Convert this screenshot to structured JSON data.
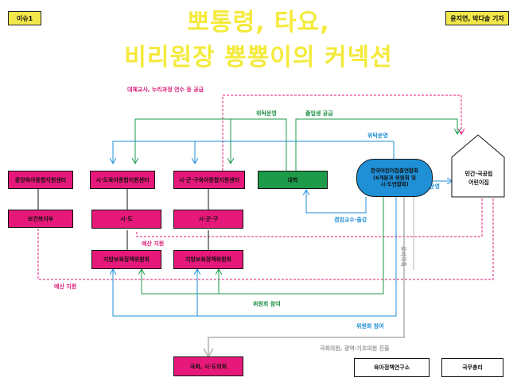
{
  "header": {
    "issue_tag": "이슈1",
    "byline": "윤지연, 박다솔 기자",
    "title_line1": "뽀통령, 타요,",
    "title_line2": "비리원장 뿅뿅이의 커넥션"
  },
  "nodes": {
    "central_center": "중앙육아종합지원센터",
    "sido_center": "시·도육아종합지원센터",
    "sigungu_center": "시·군·구육아종합지원센터",
    "university": "대학",
    "association_line1": "한국어린이집총연합회",
    "association_line2": "(6개분과 위원회 및",
    "association_line3": "시·도연합회)",
    "daycare_line1": "민간·국공립",
    "daycare_line2": "어린이집",
    "ministry": "보건복지부",
    "sido": "시·도",
    "sigungu": "시·군·구",
    "local_committee_sido": "지방보육정책위원회",
    "local_committee_sigungu": "지방보육정책위원회",
    "assembly": "국회, 시·도의회",
    "institute": "육아정책연구소",
    "pm": "국무총리"
  },
  "labels": {
    "substitute": "대체교사, 누리과정 연수 등 공급",
    "consign1": "위탁운영",
    "graduates": "졸업생 공급",
    "consign2": "위탁운영",
    "operate": "운영",
    "professor": "겸임교수·출강",
    "budget1": "예산 지원",
    "budget2": "예산 지원",
    "committee1": "위원회 참여",
    "committee2": "위원회 참여",
    "lobby": "로비의혹",
    "assembly_entry": "국회의원, 광역·기초의원 진출"
  },
  "colors": {
    "pink": "#e6197a",
    "green": "#1d9a4a",
    "blue": "#1f8fd6",
    "yellow": "#f4ea3c",
    "gray": "#b0b0b0"
  }
}
